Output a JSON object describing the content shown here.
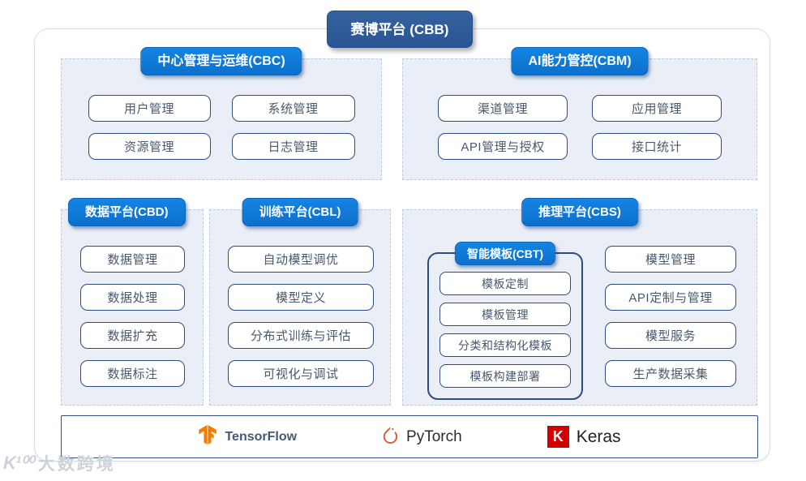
{
  "title": "赛博平台 (CBB)",
  "panels": {
    "cbc": {
      "title": "中心管理与运维(CBC)",
      "items": [
        "用户管理",
        "系统管理",
        "资源管理",
        "日志管理"
      ]
    },
    "cbm": {
      "title": "AI能力管控(CBM)",
      "items": [
        "渠道管理",
        "应用管理",
        "API管理与授权",
        "接口统计"
      ]
    },
    "cbd": {
      "title": "数据平台(CBD)",
      "items": [
        "数据管理",
        "数据处理",
        "数据扩充",
        "数据标注"
      ]
    },
    "cbl": {
      "title": "训练平台(CBL)",
      "items": [
        "自动模型调优",
        "模型定义",
        "分布式训练与评估",
        "可视化与调试"
      ]
    },
    "cbs": {
      "title": "推理平台(CBS)",
      "items": [
        "模型管理",
        "API定制与管理",
        "模型服务",
        "生产数据采集"
      ],
      "cbt": {
        "title": "智能模板(CBT)",
        "items": [
          "模板定制",
          "模板管理",
          "分类和结构化模板",
          "模板构建部署"
        ]
      }
    }
  },
  "frameworks": {
    "tensorflow": "TensorFlow",
    "pytorch": "PyTorch",
    "keras": "Keras",
    "keras_letter": "K"
  },
  "watermark": {
    "logo": "K¹⁰⁰",
    "text": "大数跨境"
  },
  "colors": {
    "badge_dark_blue": "#2d5b9c",
    "badge_bright_blue": "#0e79d8",
    "panel_bg": "#e9eef7",
    "module_border": "#2e4d7f",
    "tensorflow_orange": "#f57c00",
    "pytorch_flame": "#ee4c2c",
    "keras_red": "#d00000"
  }
}
